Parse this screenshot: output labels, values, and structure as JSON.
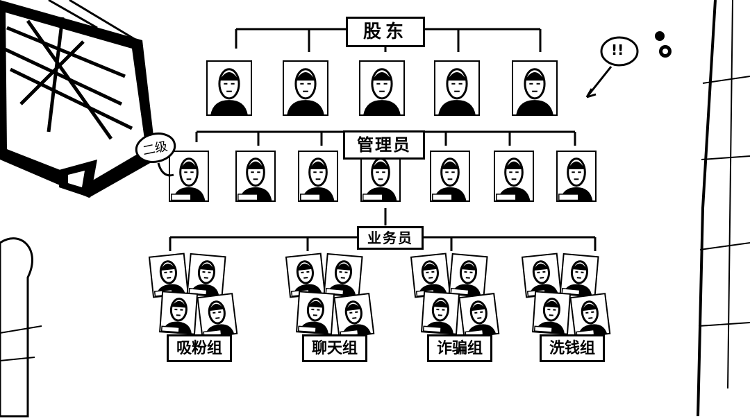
{
  "levels": {
    "shareholders": "股东",
    "managers": "管理员",
    "staff": "业务员"
  },
  "groups": [
    "吸粉组",
    "聊天组",
    "诈骗组",
    "洗钱组"
  ],
  "annotations": {
    "level_note": "二级",
    "alert": "!!"
  },
  "counts": {
    "shareholders": 5,
    "managers": 7,
    "staff_per_group": 4
  },
  "colors": {
    "ink": "#000000",
    "paper": "#ffffff"
  }
}
